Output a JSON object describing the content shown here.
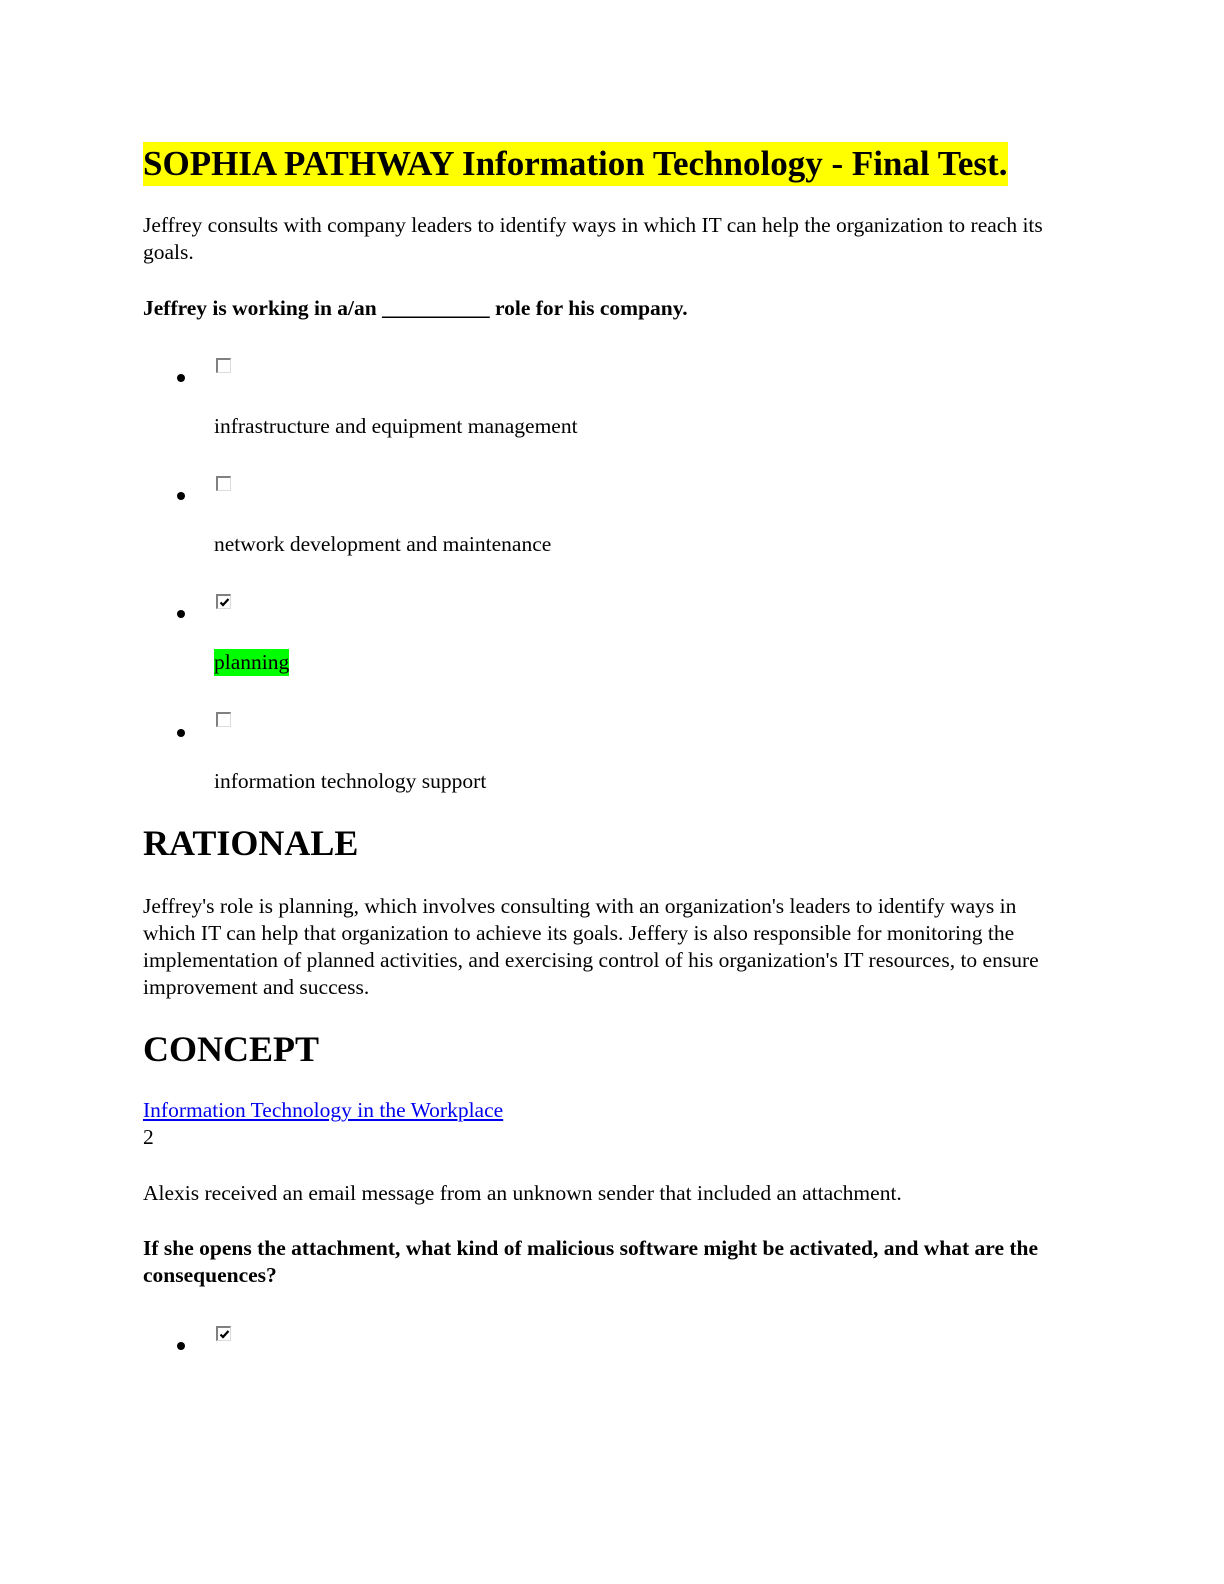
{
  "document": {
    "title": "SOPHIA PATHWAY Information Technology - Final Test.",
    "title_highlight_color": "#ffff00",
    "answer_highlight_color": "#00ff00",
    "link_color": "#0000ee"
  },
  "question1": {
    "scenario": "Jeffrey consults with company leaders to identify ways in which IT can help the organization to reach its goals.",
    "prompt": "Jeffrey is working in a/an __________ role for his company.",
    "options": [
      {
        "label": "infrastructure and equipment management",
        "checked": false
      },
      {
        "label": "network development and maintenance",
        "checked": false
      },
      {
        "label": "planning",
        "checked": true,
        "highlighted": true
      },
      {
        "label": "information technology support",
        "checked": false
      }
    ],
    "rationale_heading": "RATIONALE",
    "rationale": "Jeffrey's role is planning, which involves consulting with an organization's leaders to identify ways in which IT can help that organization to achieve its goals. Jeffery is also responsible for monitoring the implementation of planned activities, and exercising control of his organization's IT resources, to ensure improvement and success.",
    "concept_heading": "CONCEPT",
    "concept_link": "Information Technology in the Workplace"
  },
  "question2": {
    "number": "2",
    "scenario": "Alexis received an email message from an unknown sender that included an attachment.",
    "prompt": "If she opens the attachment, what kind of malicious software might be activated, and what are the consequences?",
    "options": [
      {
        "checked": true
      }
    ]
  }
}
